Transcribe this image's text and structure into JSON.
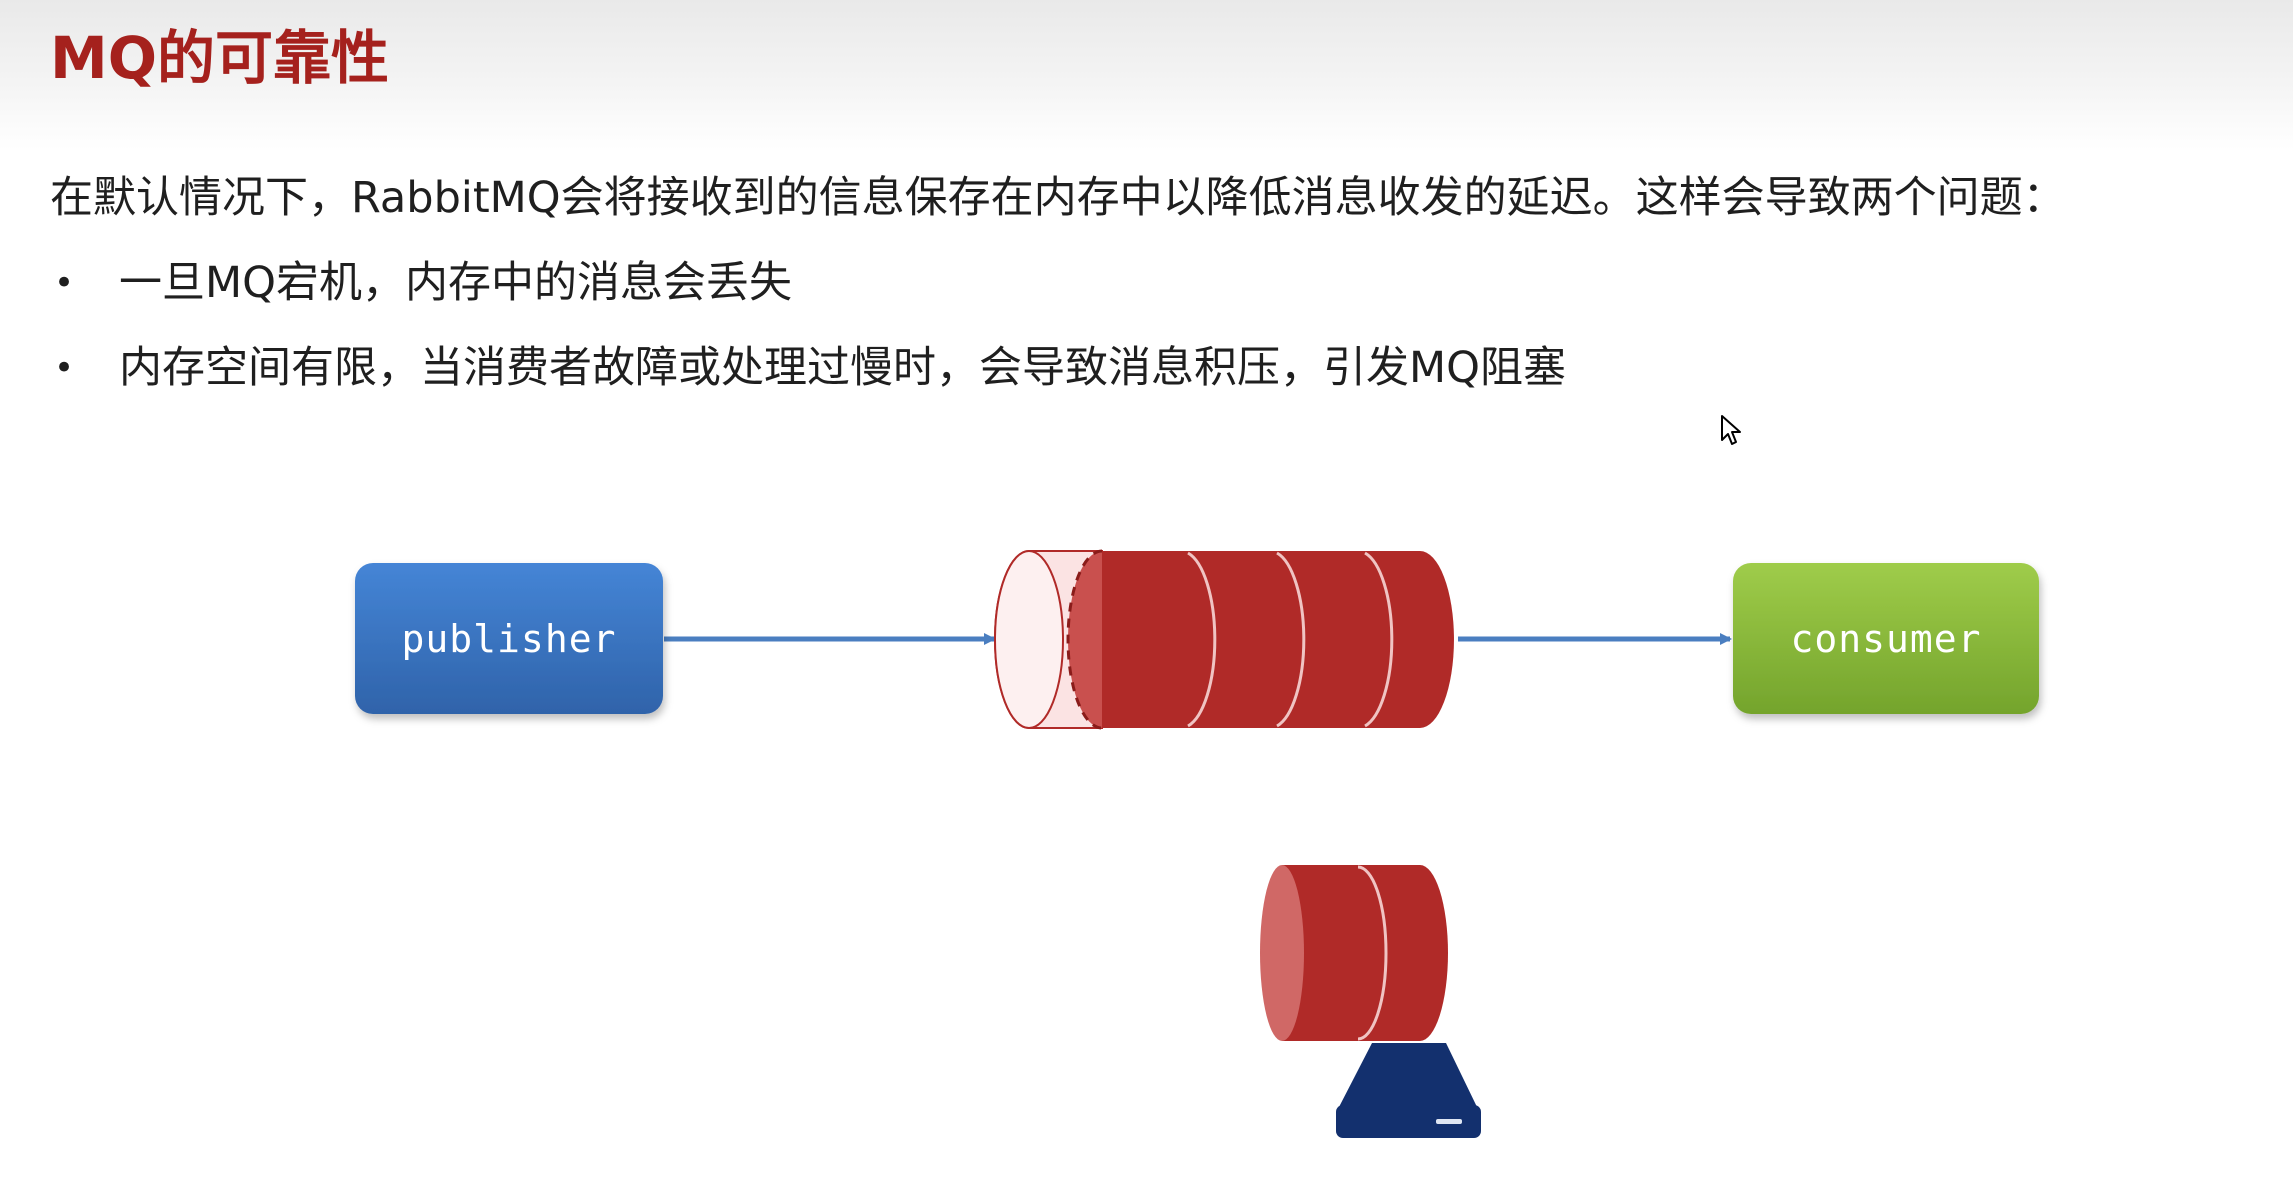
{
  "title": "MQ的可靠性",
  "intro": "在默认情况下，RabbitMQ会将接收到的信息保存在内存中以降低消息收发的延迟。这样会导致两个问题：",
  "bullets": [
    "一旦MQ宕机，内存中的消息会丢失",
    "内存空间有限，当消费者故障或处理过慢时，会导致消息积压，引发MQ阻塞"
  ],
  "diagram": {
    "publisher": {
      "label": "publisher",
      "color": "#3b73c0"
    },
    "consumer": {
      "label": "consumer",
      "color": "#8cbc3c"
    },
    "queue_color": "#b02a28",
    "queue_empty_color": "#f9dede",
    "arrow_color": "#4a7ec0",
    "disk_color": "#13306e",
    "queue_icon": "message-queue-icon",
    "disk_icon": "hard-disk-icon"
  },
  "colors": {
    "title": "#a5211d",
    "text": "#1f1f1f"
  }
}
